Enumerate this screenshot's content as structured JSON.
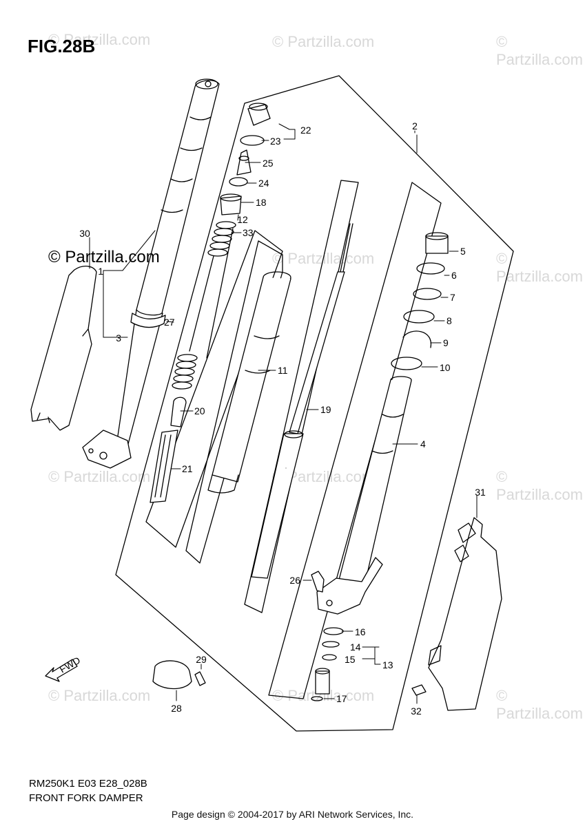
{
  "figure": {
    "title": "FIG.28B",
    "code": "RM250K1 E03 E28_028B",
    "name": "FRONT FORK DAMPER"
  },
  "watermark": {
    "text": "© Partzilla.com"
  },
  "footer": {
    "text": "Page design © 2004-2017 by ARI Network Services, Inc."
  },
  "callouts": {
    "c1": "1",
    "c2": "2",
    "c3": "3",
    "c4": "4",
    "c5": "5",
    "c6": "6",
    "c7": "7",
    "c8": "8",
    "c9": "9",
    "c10": "10",
    "c11": "11",
    "c12": "12",
    "c13": "13",
    "c14": "14",
    "c15": "15",
    "c16": "16",
    "c17": "17",
    "c18": "18",
    "c19": "19",
    "c20": "20",
    "c21": "21",
    "c22": "22",
    "c23": "23",
    "c24": "24",
    "c25": "25",
    "c26": "26",
    "c27": "27",
    "c28": "28",
    "c29": "29",
    "c30": "30",
    "c31": "31",
    "c32": "32",
    "c33": "33"
  },
  "fwd_label": "FWD"
}
